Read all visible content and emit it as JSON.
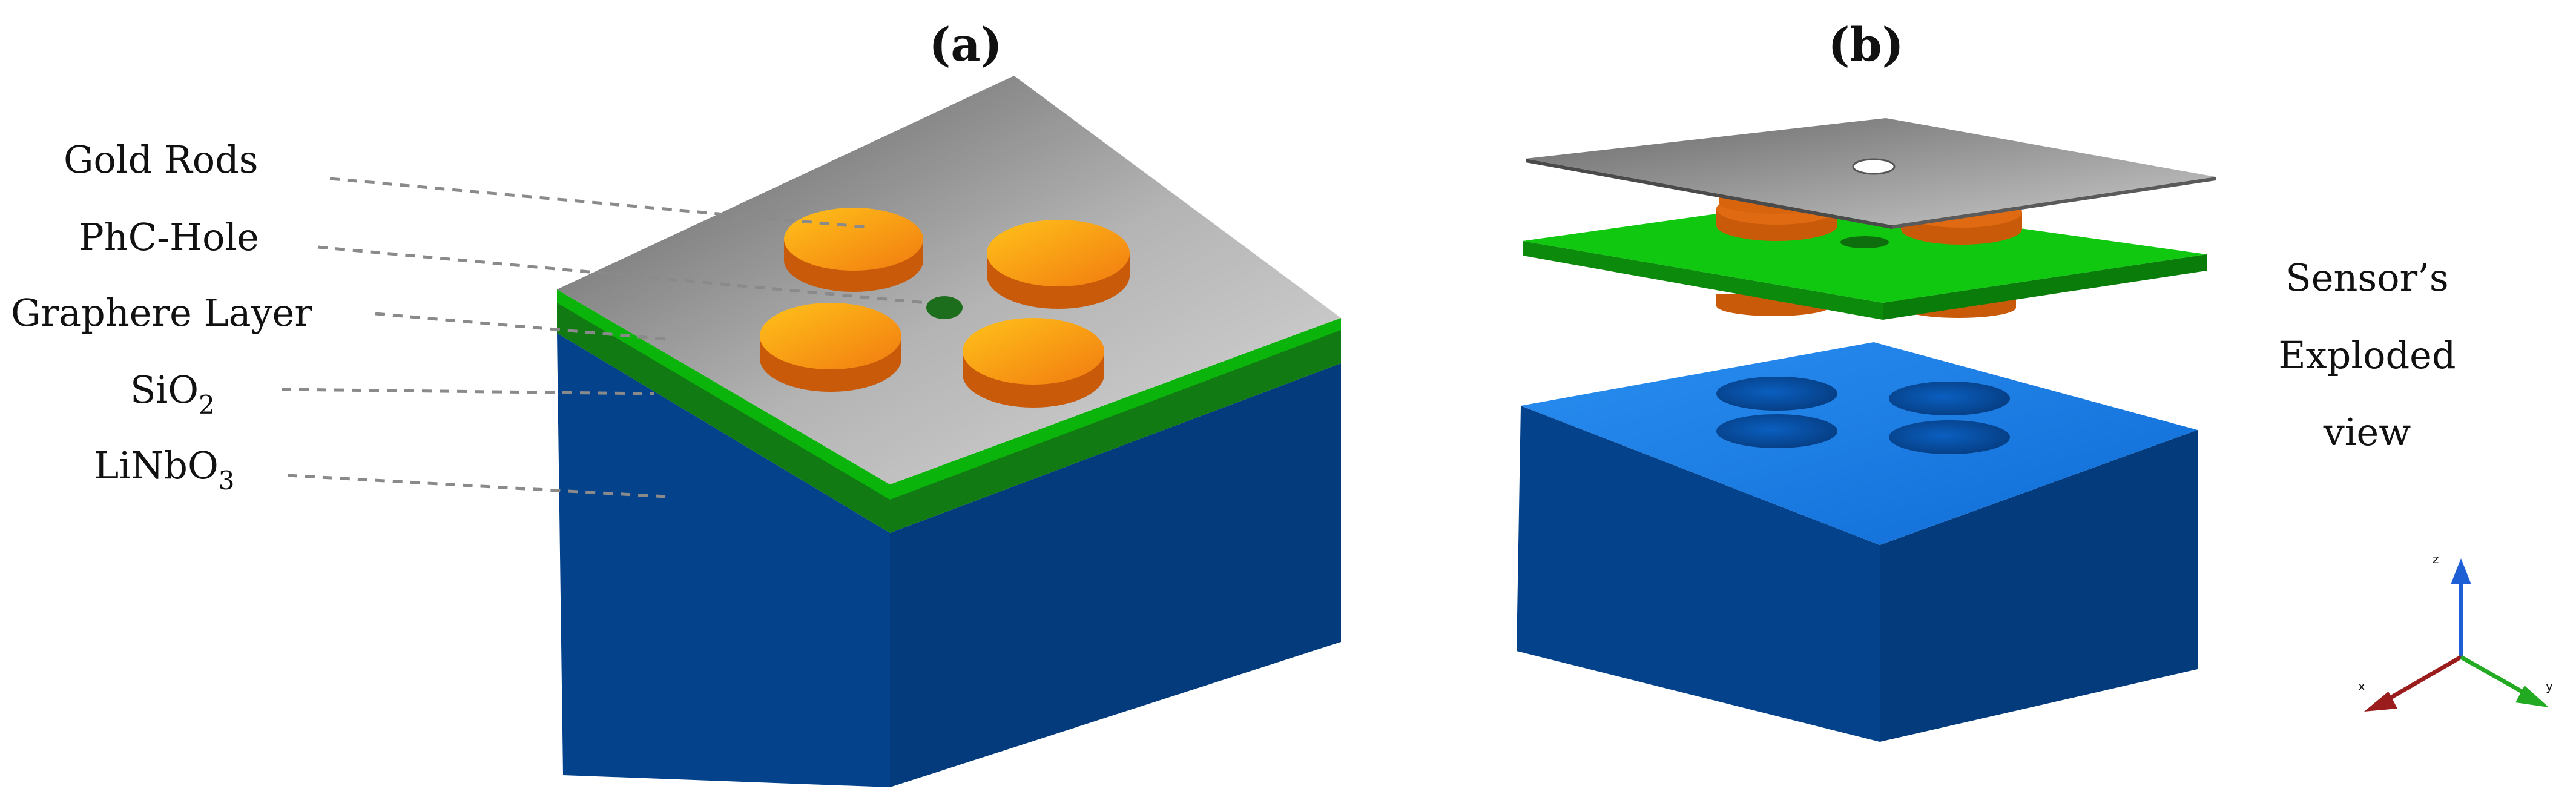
{
  "panels": {
    "a": {
      "title": "(a)"
    },
    "b": {
      "title": "(b)"
    }
  },
  "labels": {
    "gold_rods": "Gold Rods",
    "phc_hole": "PhC-Hole",
    "graphene_layer": "Graphere Layer",
    "sio2_main": "SiO",
    "sio2_sub": "2",
    "linbo3_main": "LiNbO",
    "linbo3_sub": "3"
  },
  "caption": {
    "line1": "Sensor’s",
    "line2": "Exploded",
    "line3": "view"
  },
  "axes": {
    "x": "x",
    "y": "y",
    "z": "z"
  },
  "colors": {
    "substrate_top": "#0a4f9a",
    "substrate_left": "#04428a",
    "substrate_right": "#023a7a",
    "exploded_top": "#1e82e6",
    "graphene_green": "#00b800",
    "sio2_green": "#127a12",
    "gold_top": "#f7a21c",
    "gold_side": "#c85a0a",
    "plate_gray": "#8e8e8e",
    "axis_x": "#9b1c1c",
    "axis_y": "#22aa22",
    "axis_z": "#1f5fd6"
  },
  "icons": [
    "axis-triad-icon"
  ]
}
